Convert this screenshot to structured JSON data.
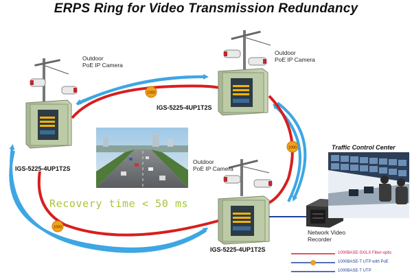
{
  "title": "ERPS Ring for Video Transmission Redundancy",
  "camera_label": {
    "line1": "Outdoor",
    "line2": "PoE IP Camera"
  },
  "switch_model": "IGS-5225-4UP1T2S",
  "ring_badge": "1000",
  "recovery_text": "Recovery time < 50 ms",
  "control_center_title": "Traffic Control Center",
  "nvr_label": {
    "line1": "Network Video",
    "line2": "Recorder"
  },
  "legend": [
    {
      "label": "1000BASE-SX/LX Fiber-optic",
      "color": "#d81e1e"
    },
    {
      "label": "1000BASE-T UTP with PoE",
      "color": "#1d3f9a"
    },
    {
      "label": "1000BASE-T UTP",
      "color": "#1d3f9a"
    }
  ],
  "colors": {
    "fiber_ring": "#d81e1e",
    "backup_arrow": "#3da6e3",
    "cabinet": "#b9c7a3",
    "badge": "#f4a21c",
    "recovery_text": "#a8c53a"
  }
}
